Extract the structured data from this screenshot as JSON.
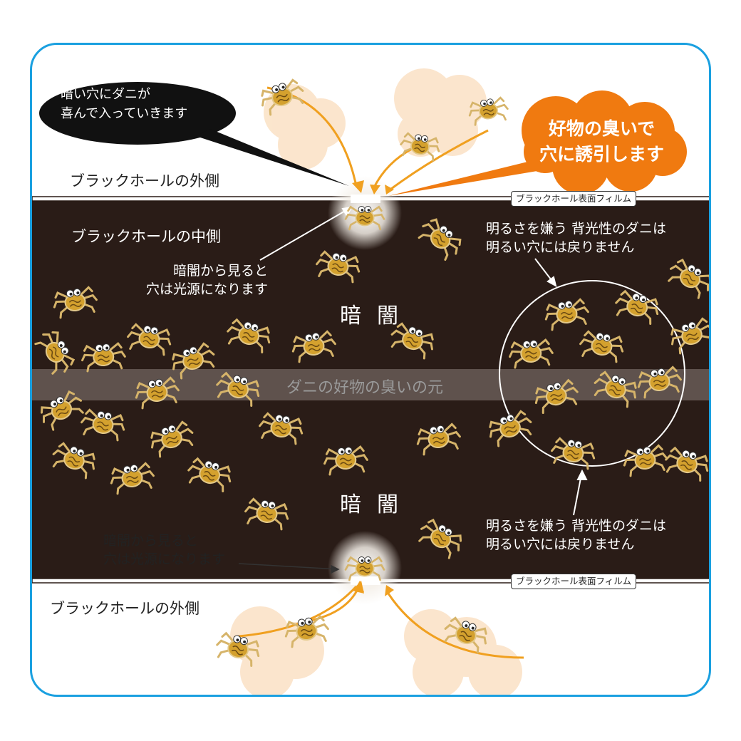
{
  "labels": {
    "outside_top": "ブラックホールの外側",
    "inside": "ブラックホールの中側",
    "outside_bottom": "ブラックホールの外側",
    "film_top": "ブラックホール表面フィルム",
    "film_bottom": "ブラックホール表面フィルム",
    "darkness_top": "暗闇",
    "darkness_bottom": "暗闇",
    "band": "ダニの好物の臭いの元",
    "light_source_top_l1": "暗闇から見ると",
    "light_source_top_l2": "穴は光源になります",
    "light_source_bottom_l1": "暗闇から見ると",
    "light_source_bottom_l2": "穴は光源になります",
    "photophobic_top_l1": "明るさを嫌う 背光性のダニは",
    "photophobic_top_l2": "明るい穴には戻りません",
    "photophobic_bottom_l1": "明るさを嫌う 背光性のダニは",
    "photophobic_bottom_l2": "明るい穴には戻りません"
  },
  "bubbles": {
    "black_l1": "暗い穴にダニが",
    "black_l2": "喜んで入っていきます",
    "orange_l1": "好物の臭いで",
    "orange_l2": "穴に誘引します"
  },
  "colors": {
    "frame": "#1aa0e0",
    "darkness": "#2a1c17",
    "mite_body": "#d4a12e",
    "arrow": "#f0a020",
    "orange_bubble": "#f07a10",
    "cloud": "#fbe3c8"
  }
}
